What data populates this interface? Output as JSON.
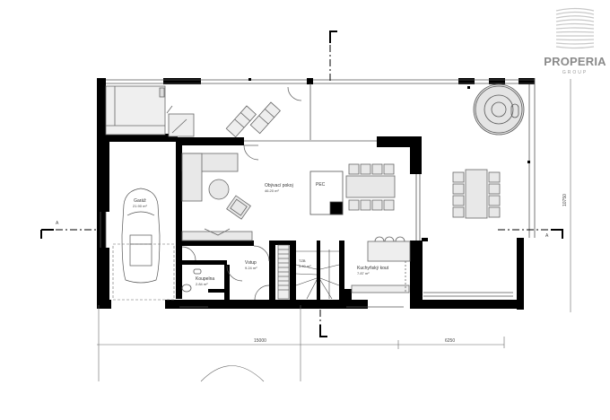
{
  "logo": {
    "name": "PROPERIA",
    "subtitle": "GROUP"
  },
  "floor_plan": {
    "rooms": [
      {
        "id": "garage",
        "name": "Garáž",
        "area": "21.90 m²"
      },
      {
        "id": "living",
        "name": "Obývací pokoj",
        "area": "46.20 m²"
      },
      {
        "id": "entrance",
        "name": "Vstup",
        "area": "9.24 m²"
      },
      {
        "id": "bathroom",
        "name": "Koupelna",
        "area": "2.84 m²"
      },
      {
        "id": "stairs",
        "name": "TZB",
        "area": "4.40 m²"
      },
      {
        "id": "kitchen",
        "name": "Kuchyňský kout",
        "area": "7.87 m²"
      }
    ],
    "fixtures": {
      "stove": "PEC"
    },
    "dimensions": {
      "main_width": "15000",
      "terrace_width": "6250",
      "depth": "10750"
    },
    "section_markers": {
      "left": "A",
      "right": "A"
    }
  }
}
